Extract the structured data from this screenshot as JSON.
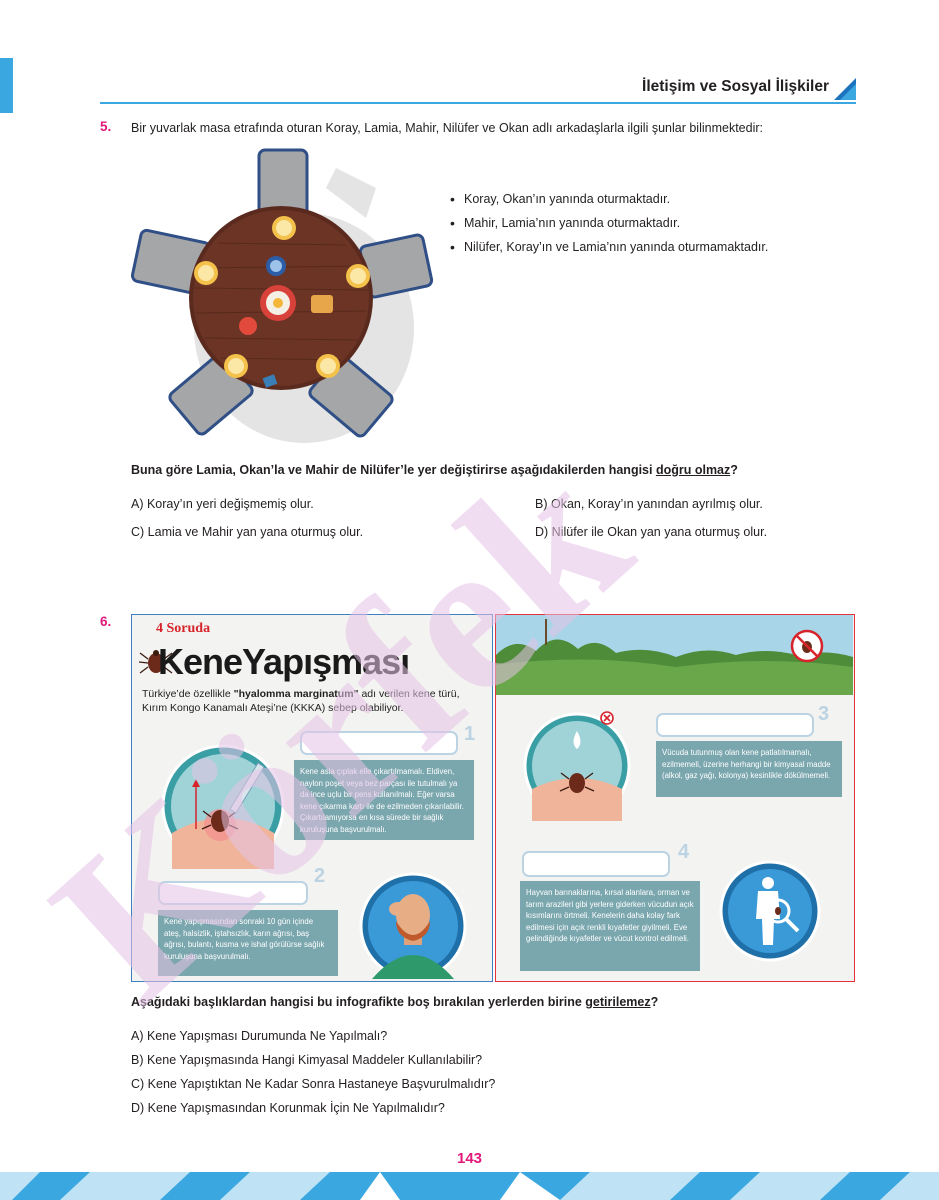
{
  "header": {
    "title": "İletişim ve Sosyal İlişkiler"
  },
  "q5": {
    "number": "5.",
    "stem": "Bir yuvarlak masa etrafında oturan Koray, Lamia, Mahir, Nilüfer ve Okan adlı arkadaşlarla ilgili şunlar bilinmektedir:",
    "facts": [
      "Koray, Okan’ın yanında oturmaktadır.",
      "Mahir, Lamia’nın yanında oturmaktadır.",
      "Nilüfer, Koray’ın ve Lamia’nın yanında oturmamaktadır."
    ],
    "question_start": "Buna göre Lamia, Okan’la ve Mahir de Nilüfer’le yer değiştirirse aşağıdakilerden hangisi ",
    "question_underlined": "doğru olmaz",
    "question_end": "?",
    "options": {
      "A": "A) Koray’ın yeri değişmemiş olur.",
      "B": "B) Okan, Koray’ın yanından ayrılmış olur.",
      "C": "C) Lamia ve Mahir yan yana oturmuş olur.",
      "D": "D) Nilüfer ile Okan yan yana oturmuş olur."
    }
  },
  "q6": {
    "number": "6.",
    "infographic": {
      "badge": "4 Soruda",
      "title": "KeneYapışması",
      "intro_start": "Türkiye’de özellikle ",
      "intro_bold": "\"hyalomma marginatum\"",
      "intro_end": " adı verilen kene türü, Kırım Kongo Kanamalı Ateşi’ne (KKKA) sebep olabiliyor.",
      "box1_num": "1",
      "box1_text": "Kene asla çıplak elle çıkartılmamalı. Eldiven, naylon poşet veya bez parçası ile tutulmalı ya da ince uçlu bir pens kullanılmalı. Eğer varsa kene çıkarma kartı ile de ezilmeden çıkarılabilir. Çıkartılamıyorsa en kısa sürede bir sağlık kuruluşuna başvurulmalı.",
      "box2_num": "2",
      "box2_text": "Kene yapışmasından sonraki 10 gün içinde ateş, halsizlik, iştahsızlık, karın ağrısı, baş ağrısı, bulantı, kusma ve ishal görülürse sağlık kuruluşuna başvurulmalı.",
      "box3_num": "3",
      "box3_text": "Vücuda tutunmuş olan kene patlatılmamalı, ezilmemeli, üzerine herhangi bir kimyasal madde (alkol, gaz yağı, kolonya) kesinlikle dökülmemeli.",
      "box4_num": "4",
      "box4_text": "Hayvan barınaklarına, kırsal alanlara, orman ve tarım arazileri gibi yerlere giderken vücudun açık kısımlarını örtmeli. Kenelerin daha kolay fark edilmesi için açık renkli kıyafetler giyilmeli. Eve gelindiğinde kıyafetler ve vücut kontrol edilmeli."
    },
    "question_start": "Aşağıdaki başlıklardan hangisi bu infografikte boş bırakılan yerlerden birine ",
    "question_underlined": "getirilemez",
    "question_end": "?",
    "options": {
      "A": "A)  Kene Yapışması Durumunda Ne Yapılmalı?",
      "B": "B)  Kene Yapışmasında Hangi Kimyasal Maddeler Kullanılabilir?",
      "C": "C)  Kene Yapıştıktan Ne Kadar Sonra Hastaneye Başvurulmalıdır?",
      "D": "D)  Kene Yapışmasından Korunmak İçin Ne Yapılmalıdır?"
    }
  },
  "watermark": "Körfek",
  "page_number": "143",
  "colors": {
    "accent_blue": "#3aa7e0",
    "magenta": "#e2197b",
    "teal": "#7aa6ae",
    "watermark": "#e6c3e6"
  }
}
